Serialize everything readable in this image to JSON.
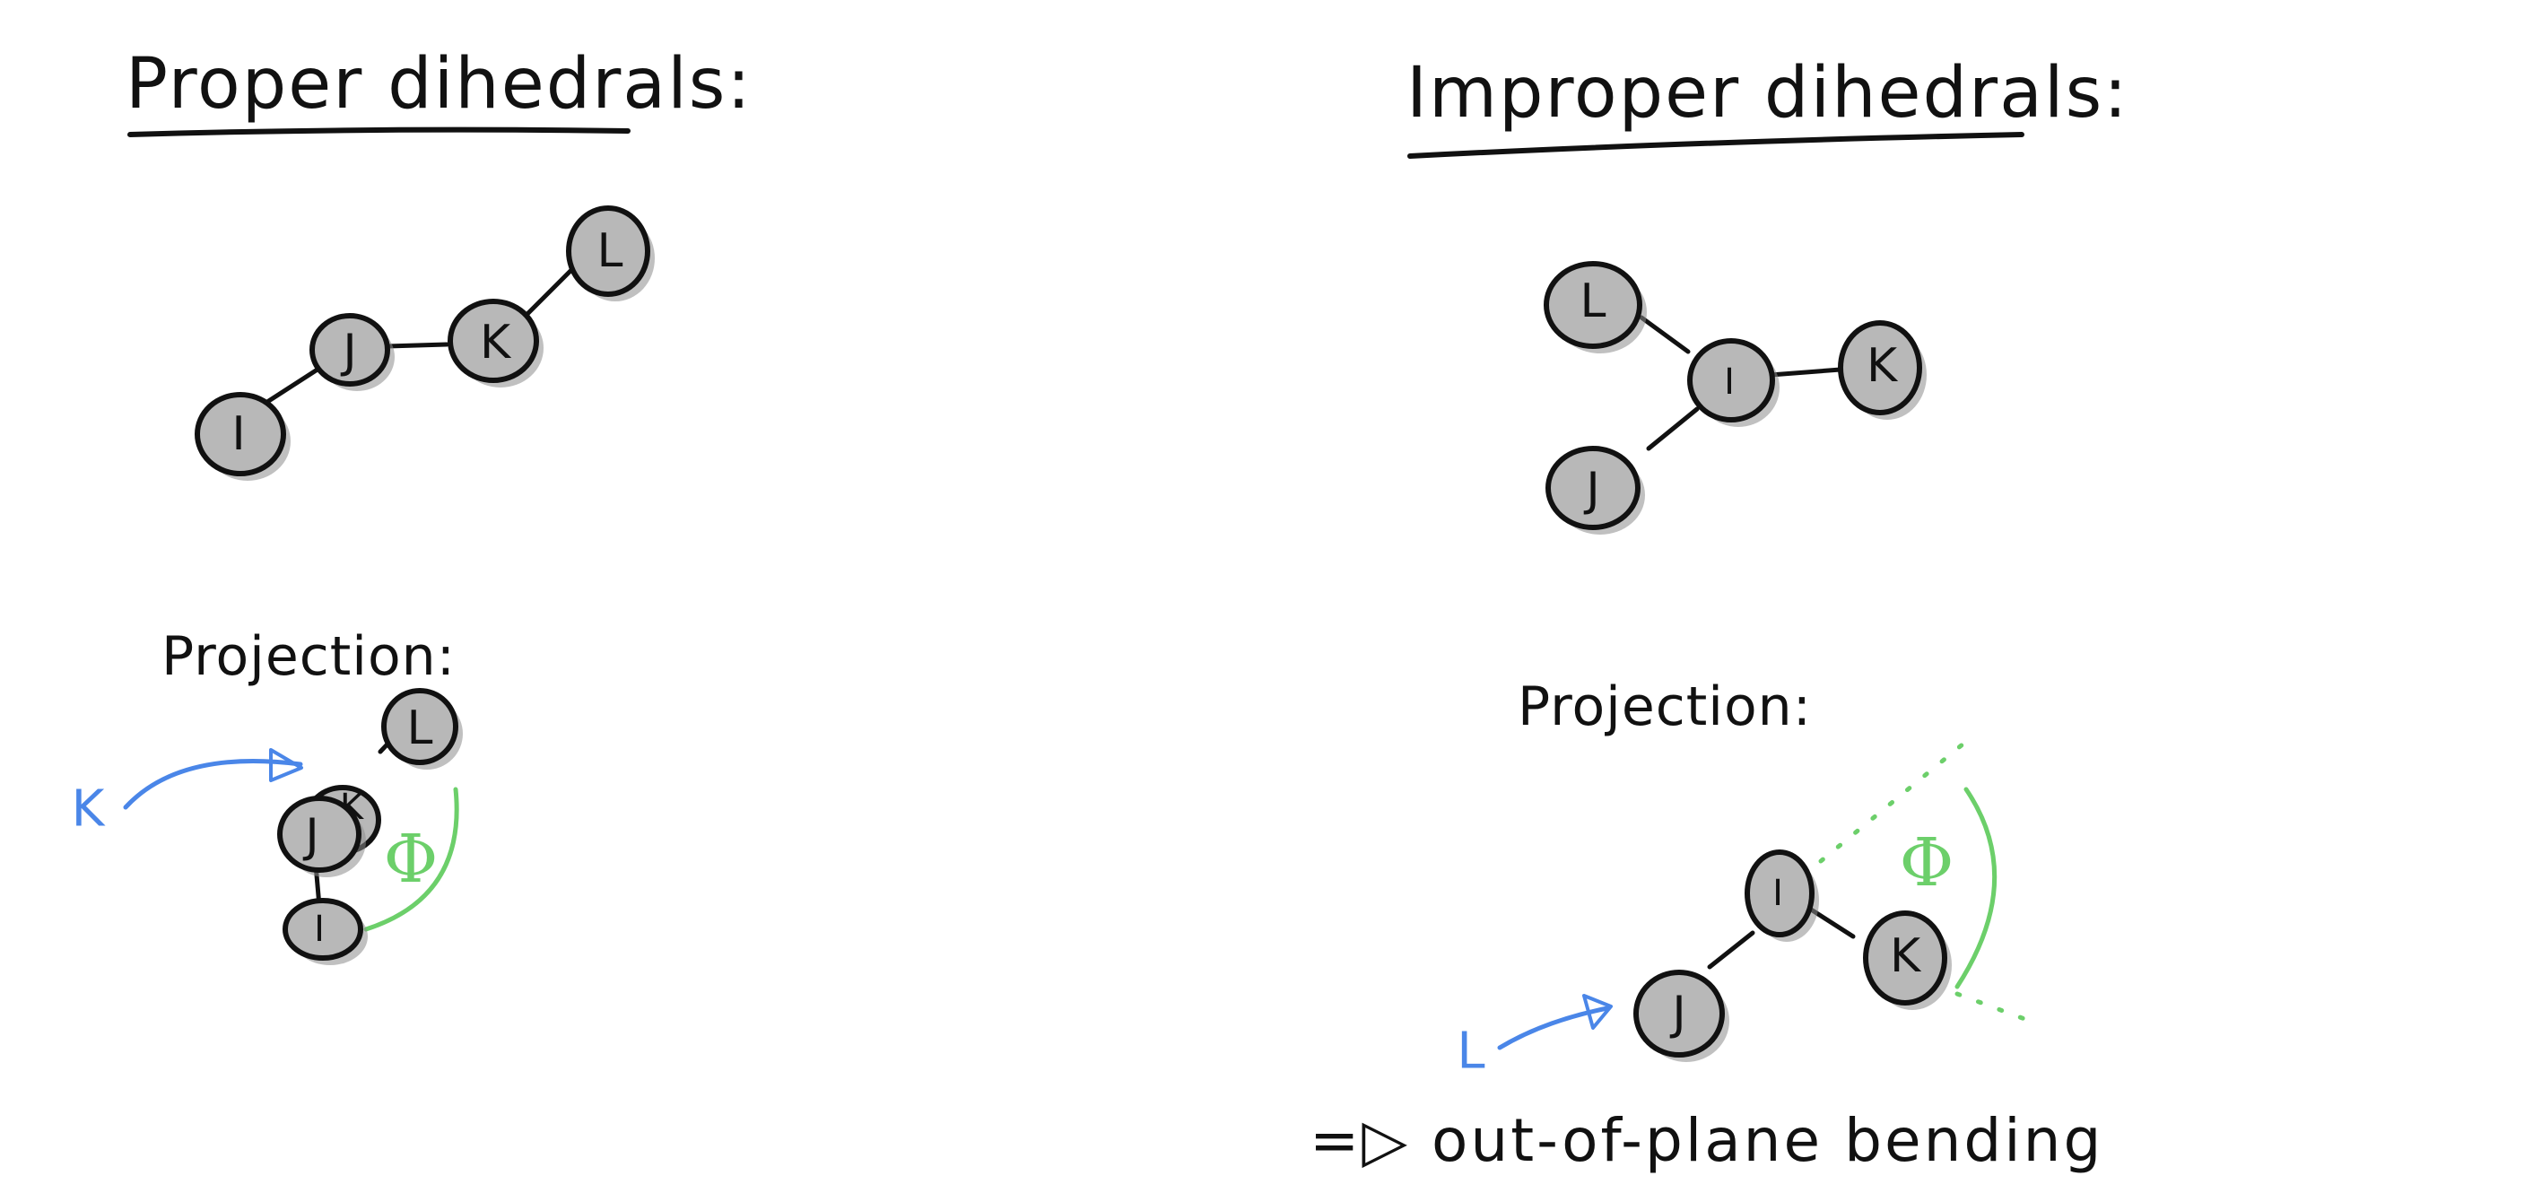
{
  "colors": {
    "atom_fill": "#b8b8b8",
    "outline": "#111111",
    "blue": "#4a86e8",
    "green": "#6ccf6a",
    "background": "#ffffff"
  },
  "proper": {
    "title": "Proper dihedrals:",
    "projection_label": "Projection:",
    "atoms": {
      "i": "I",
      "j": "J",
      "k": "K",
      "l": "L"
    },
    "proj_atoms": {
      "i": "I",
      "j": "J",
      "k": "K",
      "l": "L"
    },
    "view_axis_label": "K",
    "angle_symbol": "Φ"
  },
  "improper": {
    "title": "Improper dihedrals:",
    "projection_label": "Projection:",
    "atoms": {
      "i": "I",
      "j": "J",
      "k": "K",
      "l": "L"
    },
    "proj_atoms": {
      "i": "I",
      "j": "J",
      "k": "K"
    },
    "view_axis_label": "L",
    "angle_symbol": "Φ",
    "conclusion": "=▷ out-of-plane bending"
  }
}
